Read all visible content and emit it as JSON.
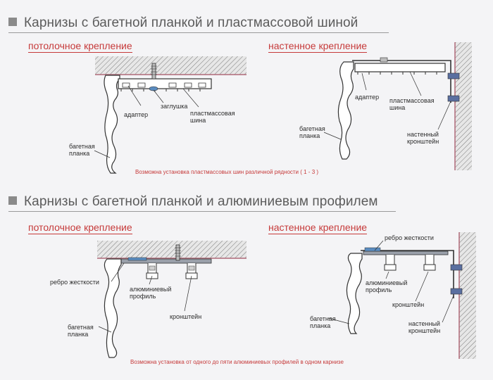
{
  "section1": {
    "title": "Карнизы с багетной планкой и пластмассовой шиной",
    "left": {
      "heading": "потолочное крепление",
      "labels": {
        "zaglushka": "заглушка",
        "adapter": "адаптер",
        "shina_1": "пластмассовая",
        "shina_2": "шина",
        "planka_1": "багетная",
        "planka_2": "планка"
      }
    },
    "right": {
      "heading": "настенное крепление",
      "labels": {
        "adapter": "адаптер",
        "shina_1": "пластмассовая",
        "shina_2": "шина",
        "planka_1": "багетная",
        "planka_2": "планка",
        "bracket_1": "настенный",
        "bracket_2": "кронштейн"
      }
    },
    "note": "Возможна установка пластмассовых шин различной рядности ( 1 - 3 )"
  },
  "section2": {
    "title": "Карнизы с багетной планкой и алюминиевым профилем",
    "left": {
      "heading": "потолочное крепление",
      "labels": {
        "rebro": "ребро жесткости",
        "profil_1": "алюминиевый",
        "profil_2": "профиль",
        "kronshtein": "кронштейн",
        "planka_1": "багетная",
        "planka_2": "планка"
      }
    },
    "right": {
      "heading": "настенное крепление",
      "labels": {
        "rebro": "ребро жесткости",
        "profil_1": "алюминиевый",
        "profil_2": "профиль",
        "kronshtein": "кронштейн",
        "planka_1": "багетная",
        "planka_2": "планка",
        "bracket_1": "настенный",
        "bracket_2": "кронштейн"
      }
    },
    "note": "Возможна установка от одного до пяти алюминиевых профилей в одном карнизе"
  }
}
